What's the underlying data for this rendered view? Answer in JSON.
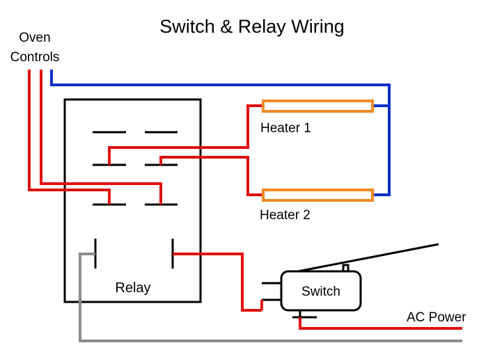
{
  "title": "Switch & Relay Wiring",
  "labels": {
    "oven_controls_line1": "Oven",
    "oven_controls_line2": "Controls",
    "heater1": "Heater 1",
    "heater2": "Heater 2",
    "relay": "Relay",
    "switch": "Switch",
    "ac_power": "AC Power"
  },
  "colors": {
    "red_wire": "#e01010",
    "blue_wire": "#1030c8",
    "gray_wire": "#8c8c8c",
    "heater": "#f08a24",
    "black": "#000000"
  }
}
